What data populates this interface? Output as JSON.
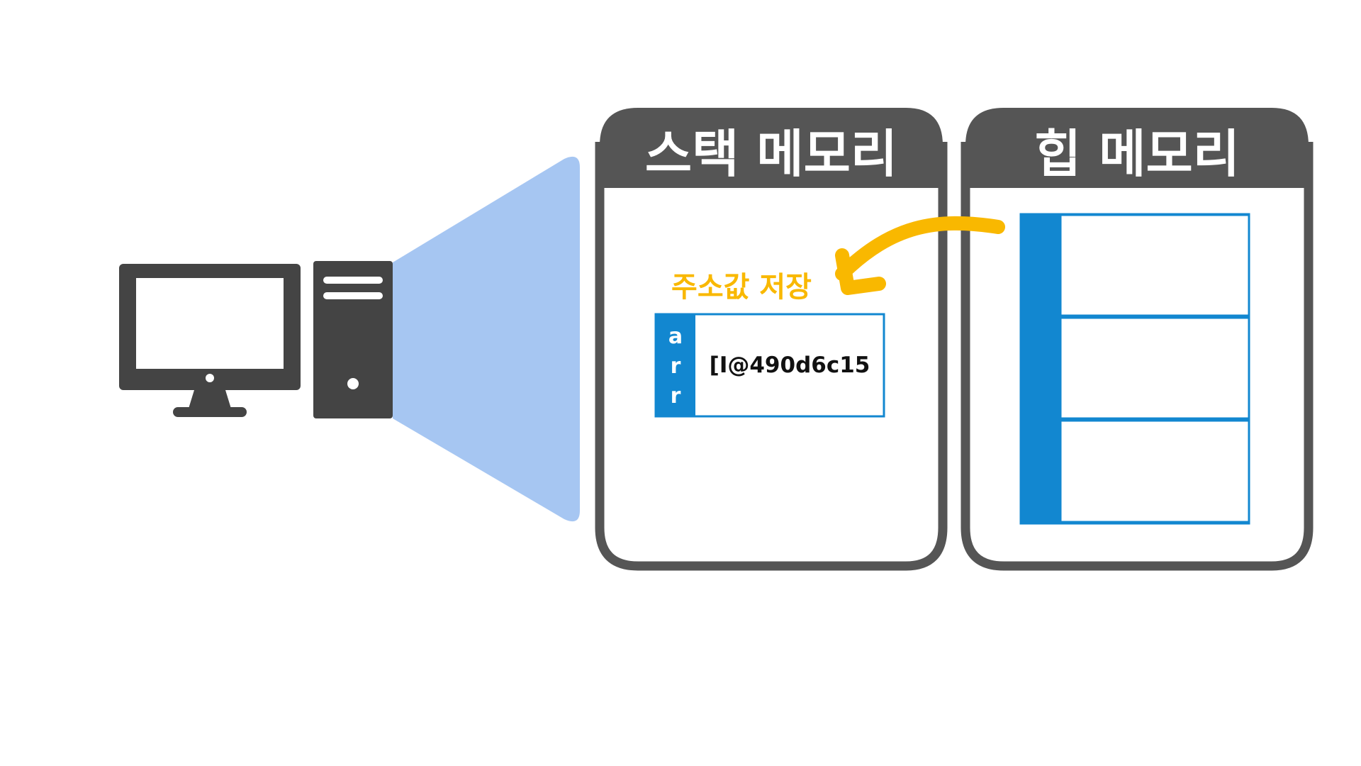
{
  "colors": {
    "device": "#444444",
    "beam": "#a6c6f2",
    "panel_border": "#555555",
    "panel_header": "#555555",
    "cell_blue": "#1287d0",
    "arrow": "#f9b800",
    "text_dark": "#111111"
  },
  "icons": {
    "computer": "desktop-computer-icon"
  },
  "stack_panel": {
    "title": "스택 메모리",
    "note": "주소값 저장",
    "variable": {
      "name_letters": [
        "a",
        "r",
        "r"
      ],
      "value": "[I@490d6c15"
    }
  },
  "heap_panel": {
    "title": "힙 메모리",
    "cell_count": 3
  }
}
